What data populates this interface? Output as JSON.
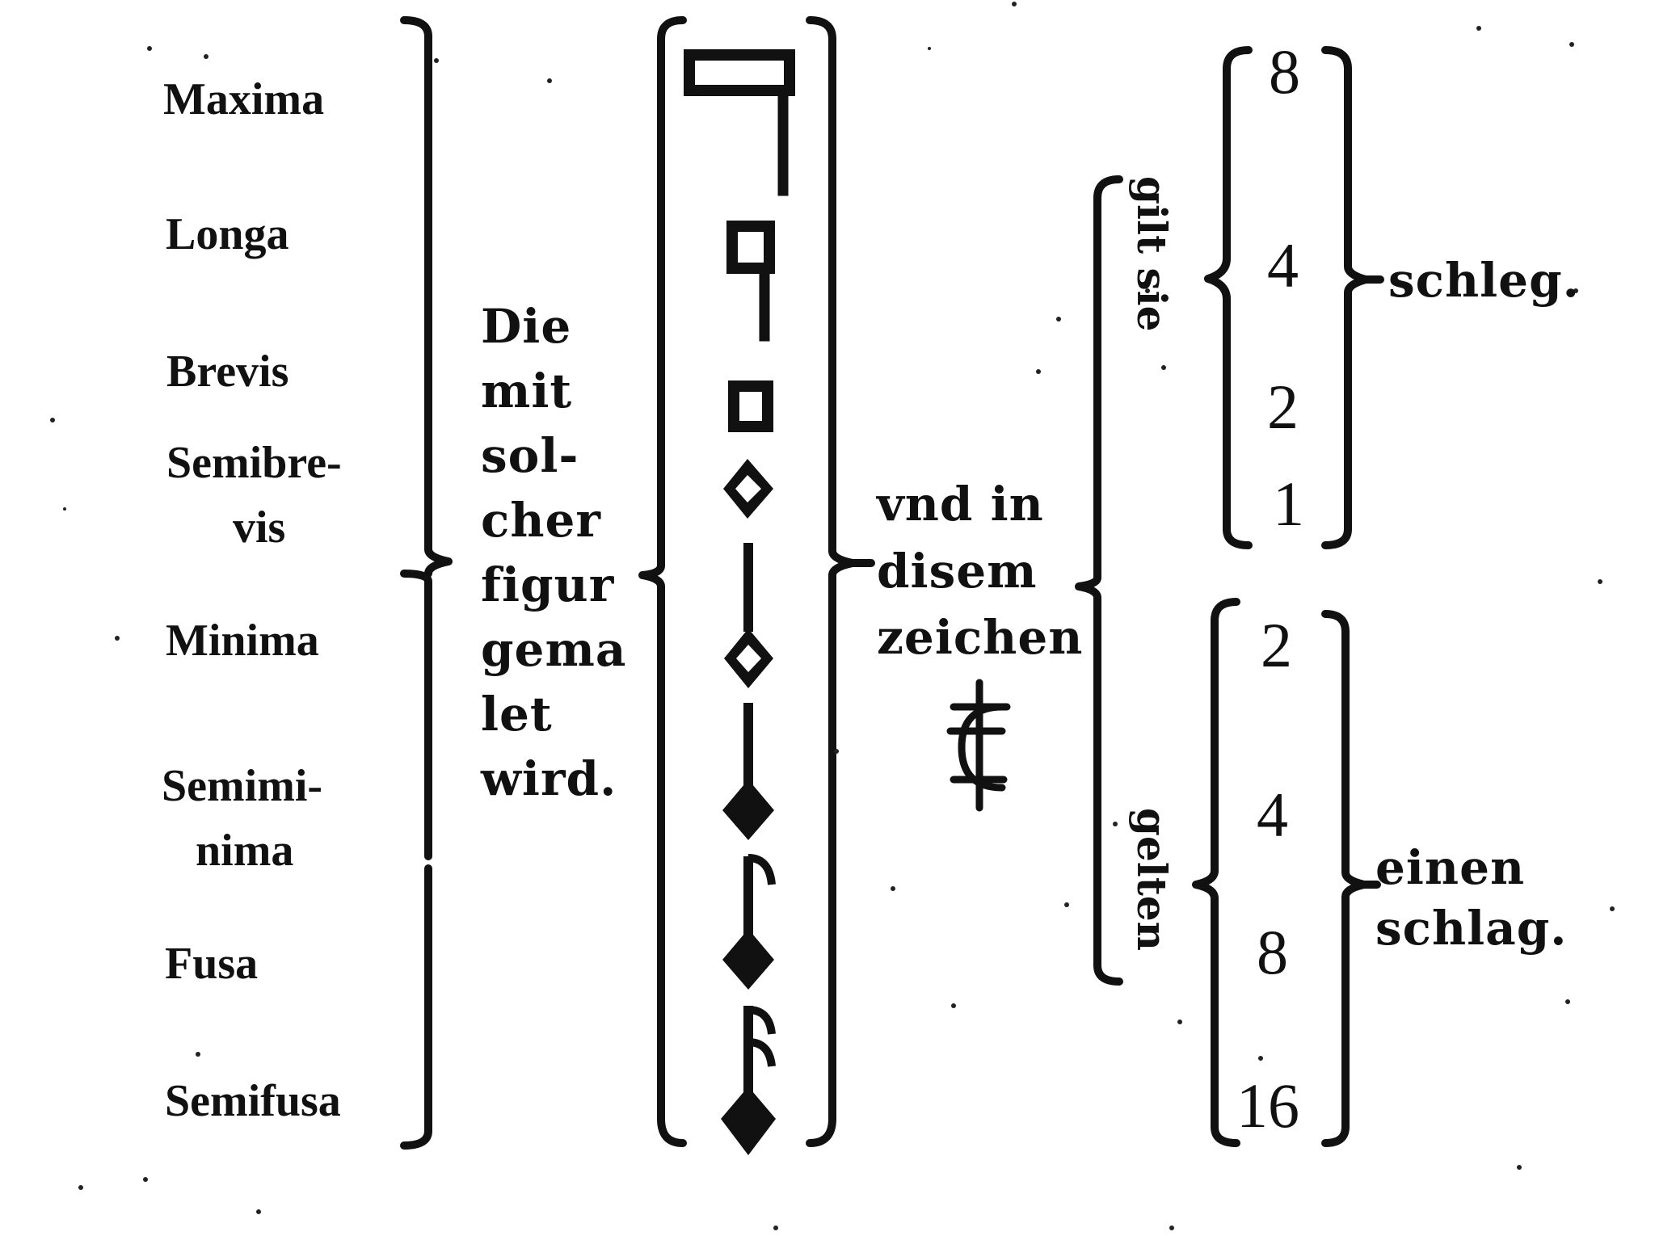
{
  "note_names": [
    "Maxima",
    "Longa",
    "Brevis",
    "Semibre-",
    "vis",
    "Minima",
    "Semimi-",
    "nima",
    "Fusa",
    "Semifusa"
  ],
  "middle_text": [
    "Die",
    "mit",
    "sol-",
    "cher",
    "figur",
    "gema",
    "let",
    "wird."
  ],
  "right_text": [
    "vnd in",
    "disem",
    "zeichen"
  ],
  "gilt_label": "gilt sie",
  "gelten_label": "gelten",
  "upper_numbers": [
    "8",
    "4",
    "2",
    "1"
  ],
  "lower_numbers": [
    "2",
    "4",
    "8",
    "16"
  ],
  "upper_result": "schleg.",
  "lower_result": [
    "einen",
    "schlag."
  ],
  "mensuration_sign_icon": "cut-C-with-double-stroke-icon",
  "ink_color": "#111111",
  "paper_color": "#ffffff"
}
